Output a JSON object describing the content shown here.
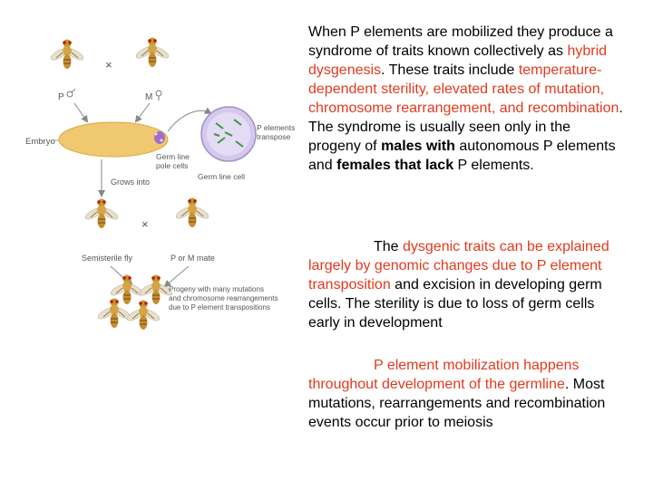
{
  "colors": {
    "highlight": "#e03a1e",
    "text": "#000000",
    "embryo": "#f0c870",
    "germ_cell": "#c8b8e8"
  },
  "diagram": {
    "parent_male": "P",
    "parent_female": "M",
    "cross_1": "×",
    "embryo": "Embryo",
    "germ_line_pole_cells": [
      "Germ line",
      "pole cells"
    ],
    "p_elements_transpose": [
      "P elements",
      "transpose"
    ],
    "germ_line_cell": "Germ line cell",
    "grows_into": "Grows into",
    "cross_2": "×",
    "semisterile_fly": "Semisterile fly",
    "p_or_m_mate": "P or M mate",
    "progeny": [
      "Progeny with many mutations",
      "and chromosome rearrangements",
      "due to P element transpositions"
    ]
  },
  "paragraph1": {
    "s1": "When P elements are mobilized they produce a syndrome of traits known collectively as ",
    "s2": "hybrid dysgenesis",
    "s3": ". These traits include ",
    "s4": "temperature-dependent sterility, elevated rates of mutation, chromosome rearrangement, and recombination",
    "s5": ". The syndrome is usually seen only in the progeny of ",
    "s6": "males with",
    "s7": " autonomous P elements and ",
    "s8": "females that lack",
    "s9": " P elements."
  },
  "paragraph2": {
    "s1": "The ",
    "s2": "dysgenic traits can be explained largely by genomic changes due to P element transposition",
    "s3": " and excision in developing germ cells. The sterility is due to loss of germ cells early in development"
  },
  "paragraph3": {
    "s1": "P element mobilization happens throughout development of the germline",
    "s2": ". Most mutations, rearrangements and recombination events occur prior to meiosis"
  }
}
